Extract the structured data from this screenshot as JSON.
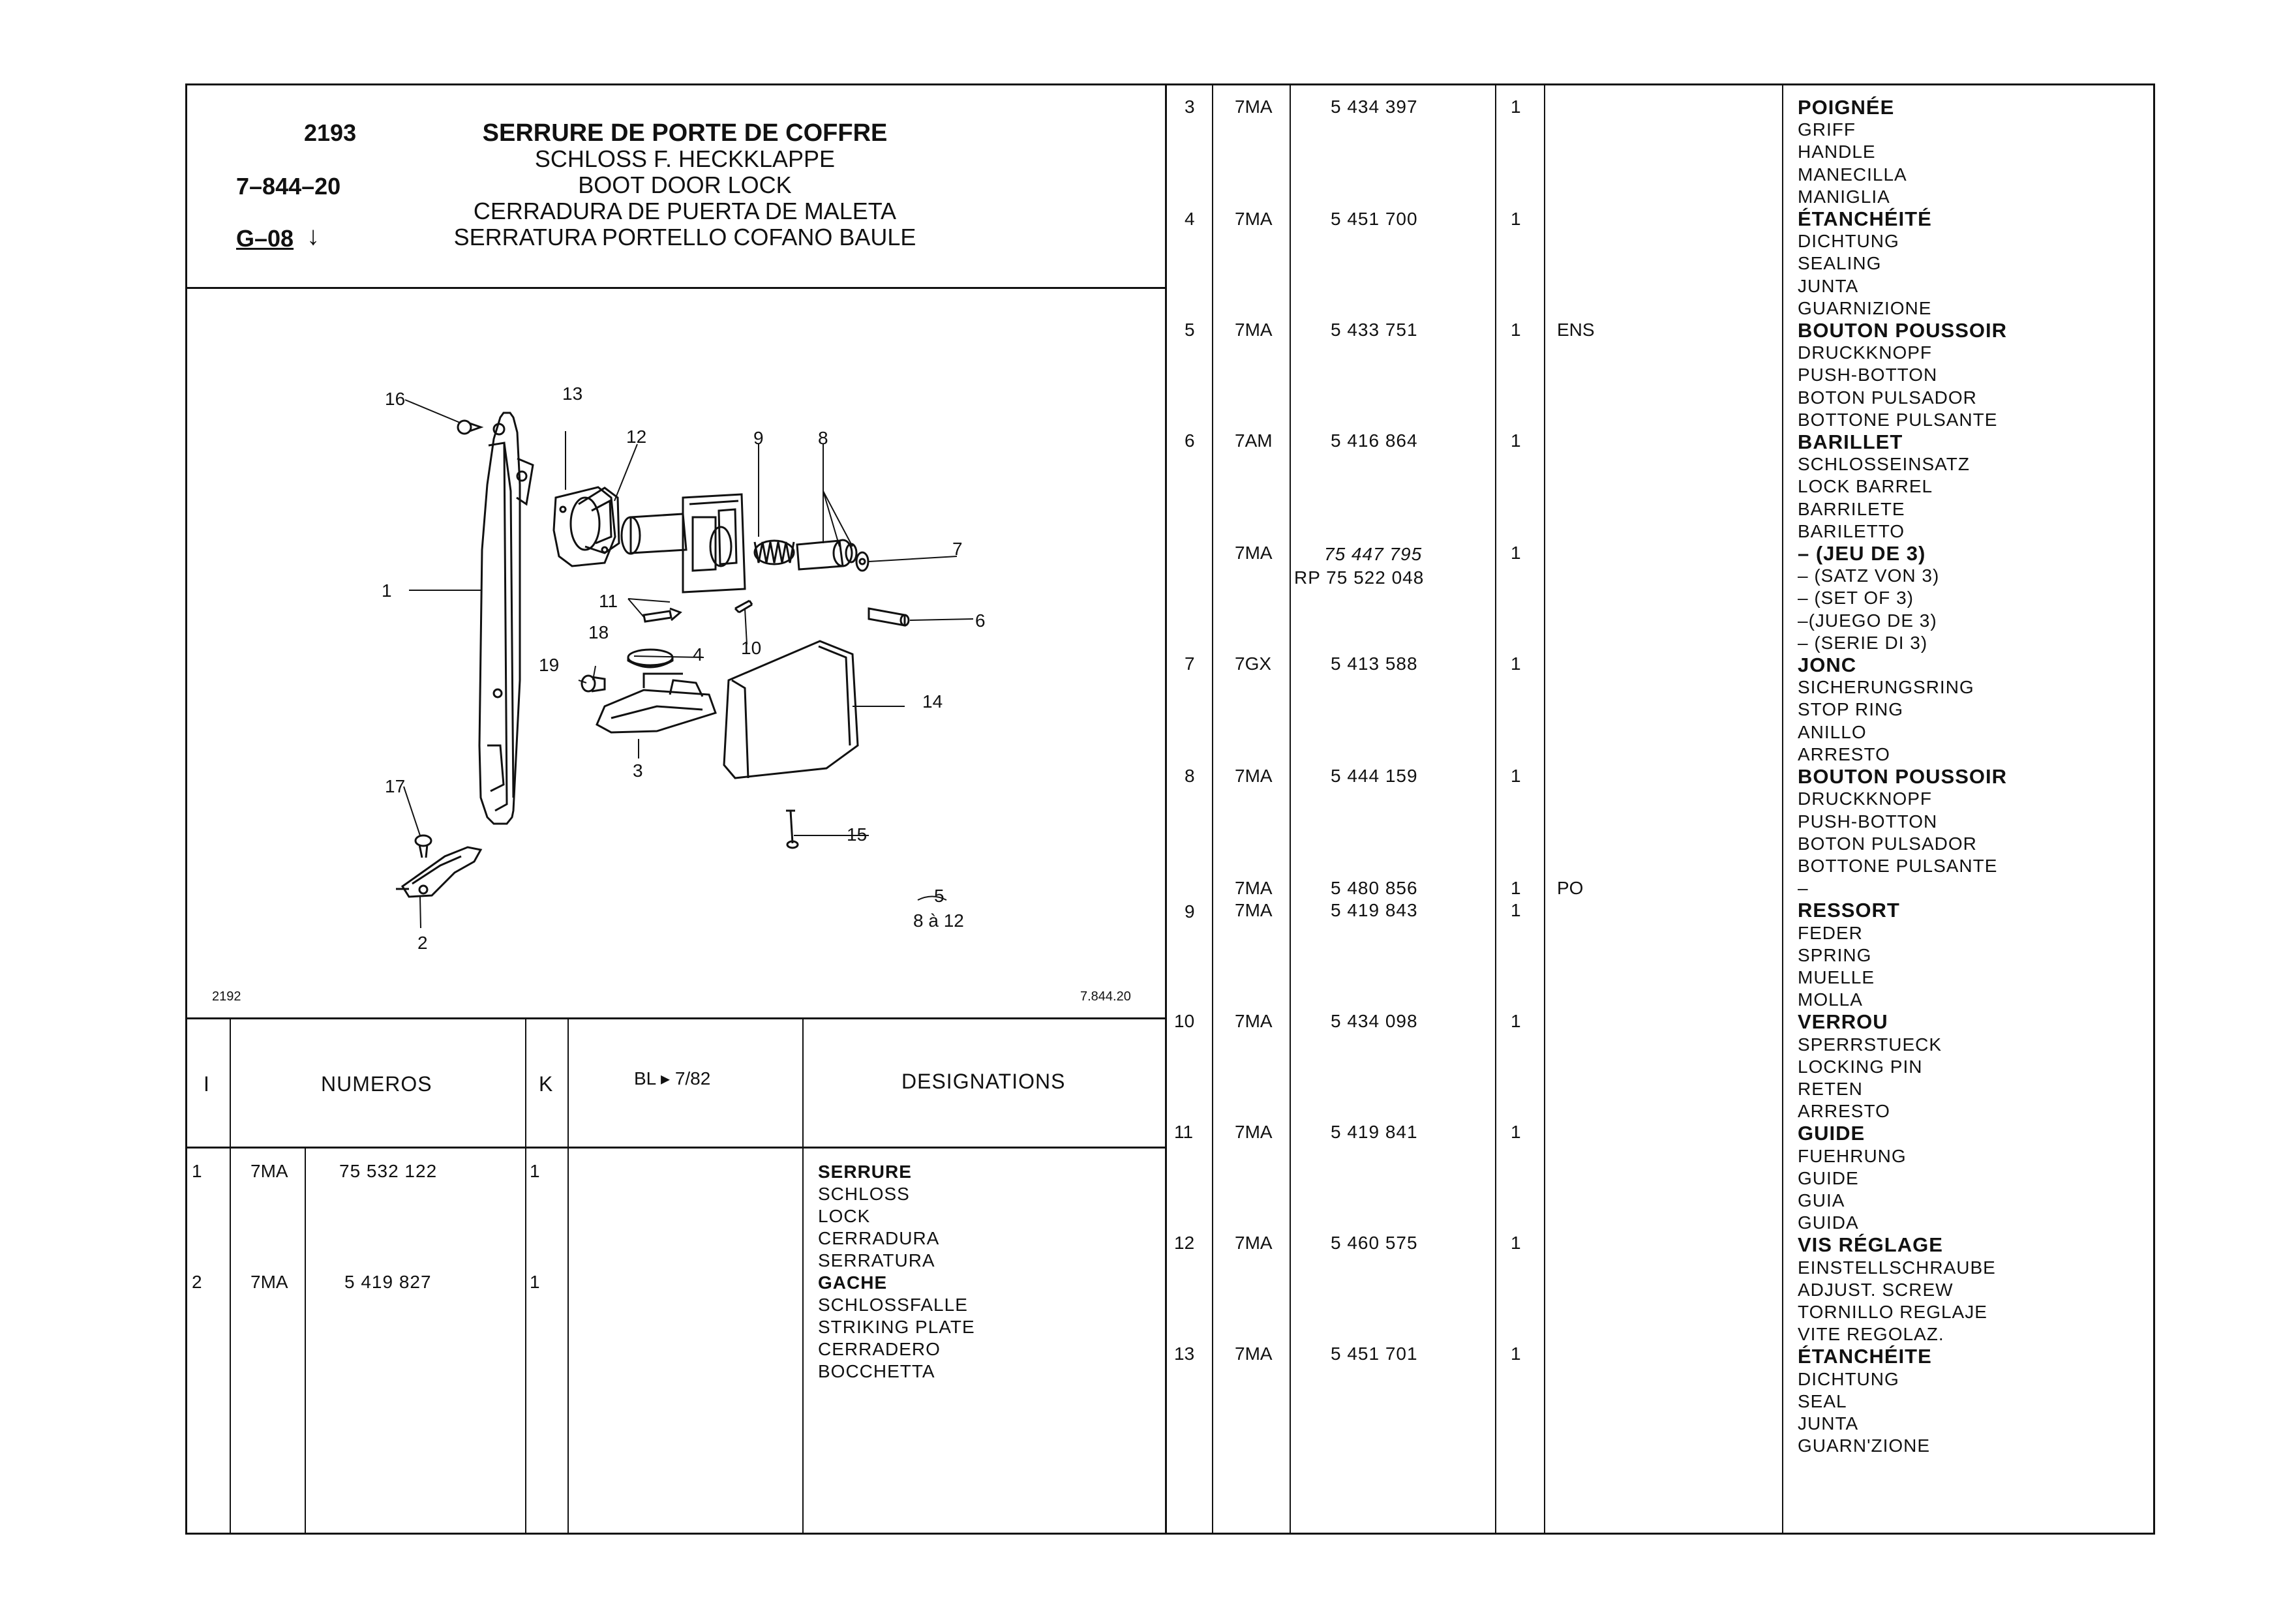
{
  "header": {
    "group": "2193",
    "ref": "7–844–20",
    "g_code": "G–08",
    "g_arrow": "↓",
    "titles": [
      "SERRURE DE PORTE DE COFFRE",
      "SCHLOSS F. HECKKLAPPE",
      "BOOT DOOR LOCK",
      "CERRADURA DE PUERTA DE MALETA",
      "SERRATURA PORTELLO COFANO BAULE"
    ]
  },
  "diagram": {
    "corner_left": "2192",
    "corner_right": "7.844.20",
    "callouts": [
      "1",
      "2",
      "3",
      "4",
      "5",
      "6",
      "7",
      "8",
      "9",
      "10",
      "11",
      "12",
      "13",
      "14",
      "15",
      "16",
      "17",
      "18",
      "19"
    ],
    "legend_top": "5",
    "legend_bottom": "8 à 12"
  },
  "table_header": {
    "col_i": "I",
    "col_numeros": "NUMEROS",
    "col_k": "K",
    "col_bl": "BL ▸ 7/82",
    "col_designations": "DESIGNATIONS"
  },
  "left_rows": [
    {
      "i": "1",
      "code": "7MA",
      "number": "75 532 122",
      "k": "1",
      "designation": [
        "SERRURE",
        "SCHLOSS",
        "LOCK",
        "CERRADURA",
        "SERRATURA"
      ]
    },
    {
      "i": "2",
      "code": "7MA",
      "number": "5 419 827",
      "k": "1",
      "designation": [
        "GACHE",
        "SCHLOSSFALLE",
        "STRIKING PLATE",
        "CERRADERO",
        "BOCCHETTA"
      ]
    }
  ],
  "right_rows": [
    {
      "i": "3",
      "code": "7MA",
      "number": "5 434 397",
      "k": "1",
      "bl": ""
    },
    {
      "i": "4",
      "code": "7MA",
      "number": "5 451 700",
      "k": "1",
      "bl": ""
    },
    {
      "i": "5",
      "code": "7MA",
      "number": "5 433 751",
      "k": "1",
      "bl": "ENS"
    },
    {
      "i": "6",
      "code": "7AM",
      "number": "5 416 864",
      "k": "1",
      "bl": ""
    },
    {
      "i": "",
      "code": "7MA",
      "number": "75 447 795",
      "number2": "RP 75 522 048",
      "k": "1",
      "bl": ""
    },
    {
      "i": "7",
      "code": "7GX",
      "number": "5 413 588",
      "k": "1",
      "bl": ""
    },
    {
      "i": "8",
      "code": "7MA",
      "number": "5 444 159",
      "k": "1",
      "bl": ""
    },
    {
      "i": "",
      "code": "7MA",
      "number": "5 480 856",
      "k": "1",
      "bl": "PO"
    },
    {
      "i": "9",
      "code": "7MA",
      "number": "5 419 843",
      "k": "1",
      "bl": ""
    },
    {
      "i": "10",
      "code": "7MA",
      "number": "5 434 098",
      "k": "1",
      "bl": ""
    },
    {
      "i": "11",
      "code": "7MA",
      "number": "5 419 841",
      "k": "1",
      "bl": ""
    },
    {
      "i": "12",
      "code": "7MA",
      "number": "5 460 575",
      "k": "1",
      "bl": ""
    },
    {
      "i": "13",
      "code": "7MA",
      "number": "5 451 701",
      "k": "1",
      "bl": ""
    }
  ],
  "right_designations": [
    {
      "text": "POIGNÉE",
      "bold": true
    },
    {
      "text": "GRIFF"
    },
    {
      "text": "HANDLE"
    },
    {
      "text": "MANECILLA"
    },
    {
      "text": "MANIGLIA"
    },
    {
      "text": "ÉTANCHÉITÉ",
      "bold": true
    },
    {
      "text": "DICHTUNG"
    },
    {
      "text": "SEALING"
    },
    {
      "text": "JUNTA"
    },
    {
      "text": "GUARNIZIONE"
    },
    {
      "text": "BOUTON POUSSOIR",
      "bold": true
    },
    {
      "text": "DRUCKKNOPF"
    },
    {
      "text": "PUSH-BOTTON"
    },
    {
      "text": "BOTON PULSADOR"
    },
    {
      "text": "BOTTONE PULSANTE"
    },
    {
      "text": "BARILLET",
      "bold": true
    },
    {
      "text": "SCHLOSSEINSATZ"
    },
    {
      "text": "LOCK BARREL"
    },
    {
      "text": "BARRILETE"
    },
    {
      "text": "BARILETTO"
    },
    {
      "text": "– (JEU DE 3)",
      "bold": true
    },
    {
      "text": "– (SATZ VON 3)"
    },
    {
      "text": "– (SET OF 3)"
    },
    {
      "text": "–(JUEGO DE 3)"
    },
    {
      "text": "– (SERIE DI 3)"
    },
    {
      "text": "JONC",
      "bold": true
    },
    {
      "text": "SICHERUNGSRING"
    },
    {
      "text": "STOP RING"
    },
    {
      "text": "ANILLO"
    },
    {
      "text": "ARRESTO"
    },
    {
      "text": "BOUTON POUSSOIR",
      "bold": true
    },
    {
      "text": "DRUCKKNOPF"
    },
    {
      "text": "PUSH-BOTTON"
    },
    {
      "text": "BOTON PULSADOR"
    },
    {
      "text": "BOTTONE PULSANTE"
    },
    {
      "text": "–"
    },
    {
      "text": "RESSORT",
      "bold": true
    },
    {
      "text": "FEDER"
    },
    {
      "text": "SPRING"
    },
    {
      "text": "MUELLE"
    },
    {
      "text": "MOLLA"
    },
    {
      "text": "VERROU",
      "bold": true
    },
    {
      "text": "SPERRSTUECK"
    },
    {
      "text": "LOCKING PIN"
    },
    {
      "text": "RETEN"
    },
    {
      "text": "ARRESTO"
    },
    {
      "text": "GUIDE",
      "bold": true
    },
    {
      "text": "FUEHRUNG"
    },
    {
      "text": "GUIDE"
    },
    {
      "text": "GUIA"
    },
    {
      "text": "GUIDA"
    },
    {
      "text": "VIS RÉGLAGE",
      "bold": true
    },
    {
      "text": "EINSTELLSCHRAUBE"
    },
    {
      "text": "ADJUST. SCREW"
    },
    {
      "text": "TORNILLO REGLAJE"
    },
    {
      "text": "VITE REGOLAZ."
    },
    {
      "text": "ÉTANCHÉITE",
      "bold": true
    },
    {
      "text": "DICHTUNG"
    },
    {
      "text": "SEAL"
    },
    {
      "text": "JUNTA"
    },
    {
      "text": "GUARN'ZIONE"
    }
  ]
}
